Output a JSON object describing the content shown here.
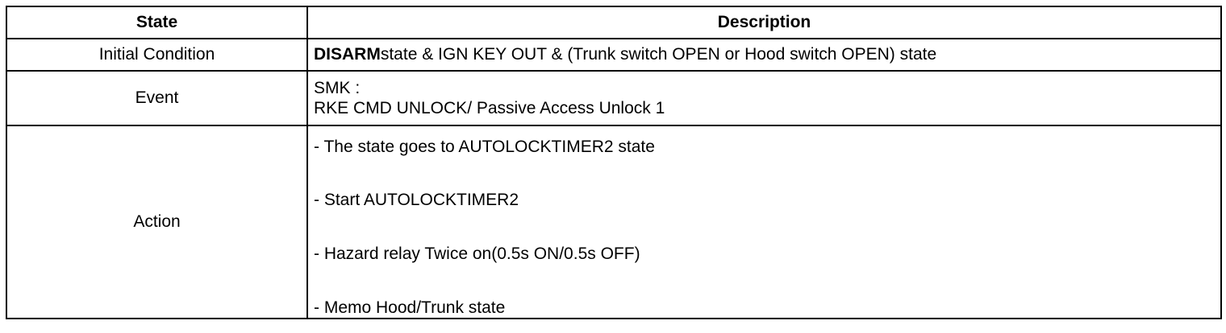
{
  "table": {
    "headers": {
      "state": "State",
      "description": "Description"
    },
    "rows": {
      "initial": {
        "state": "Initial Condition",
        "description_bold": "DISARM",
        "description_rest": "state & IGN KEY OUT & (Trunk switch OPEN or Hood switch OPEN) state"
      },
      "event": {
        "state": "Event",
        "lines": [
          "SMK :",
          "RKE CMD UNLOCK/ Passive Access Unlock 1"
        ]
      },
      "action": {
        "state": "Action",
        "items": [
          "- The state goes to AUTOLOCKTIMER2 state",
          "- Start AUTOLOCKTIMER2",
          "- Hazard relay Twice on(0.5s ON/0.5s OFF)",
          "- Memo Hood/Trunk state"
        ]
      }
    }
  }
}
